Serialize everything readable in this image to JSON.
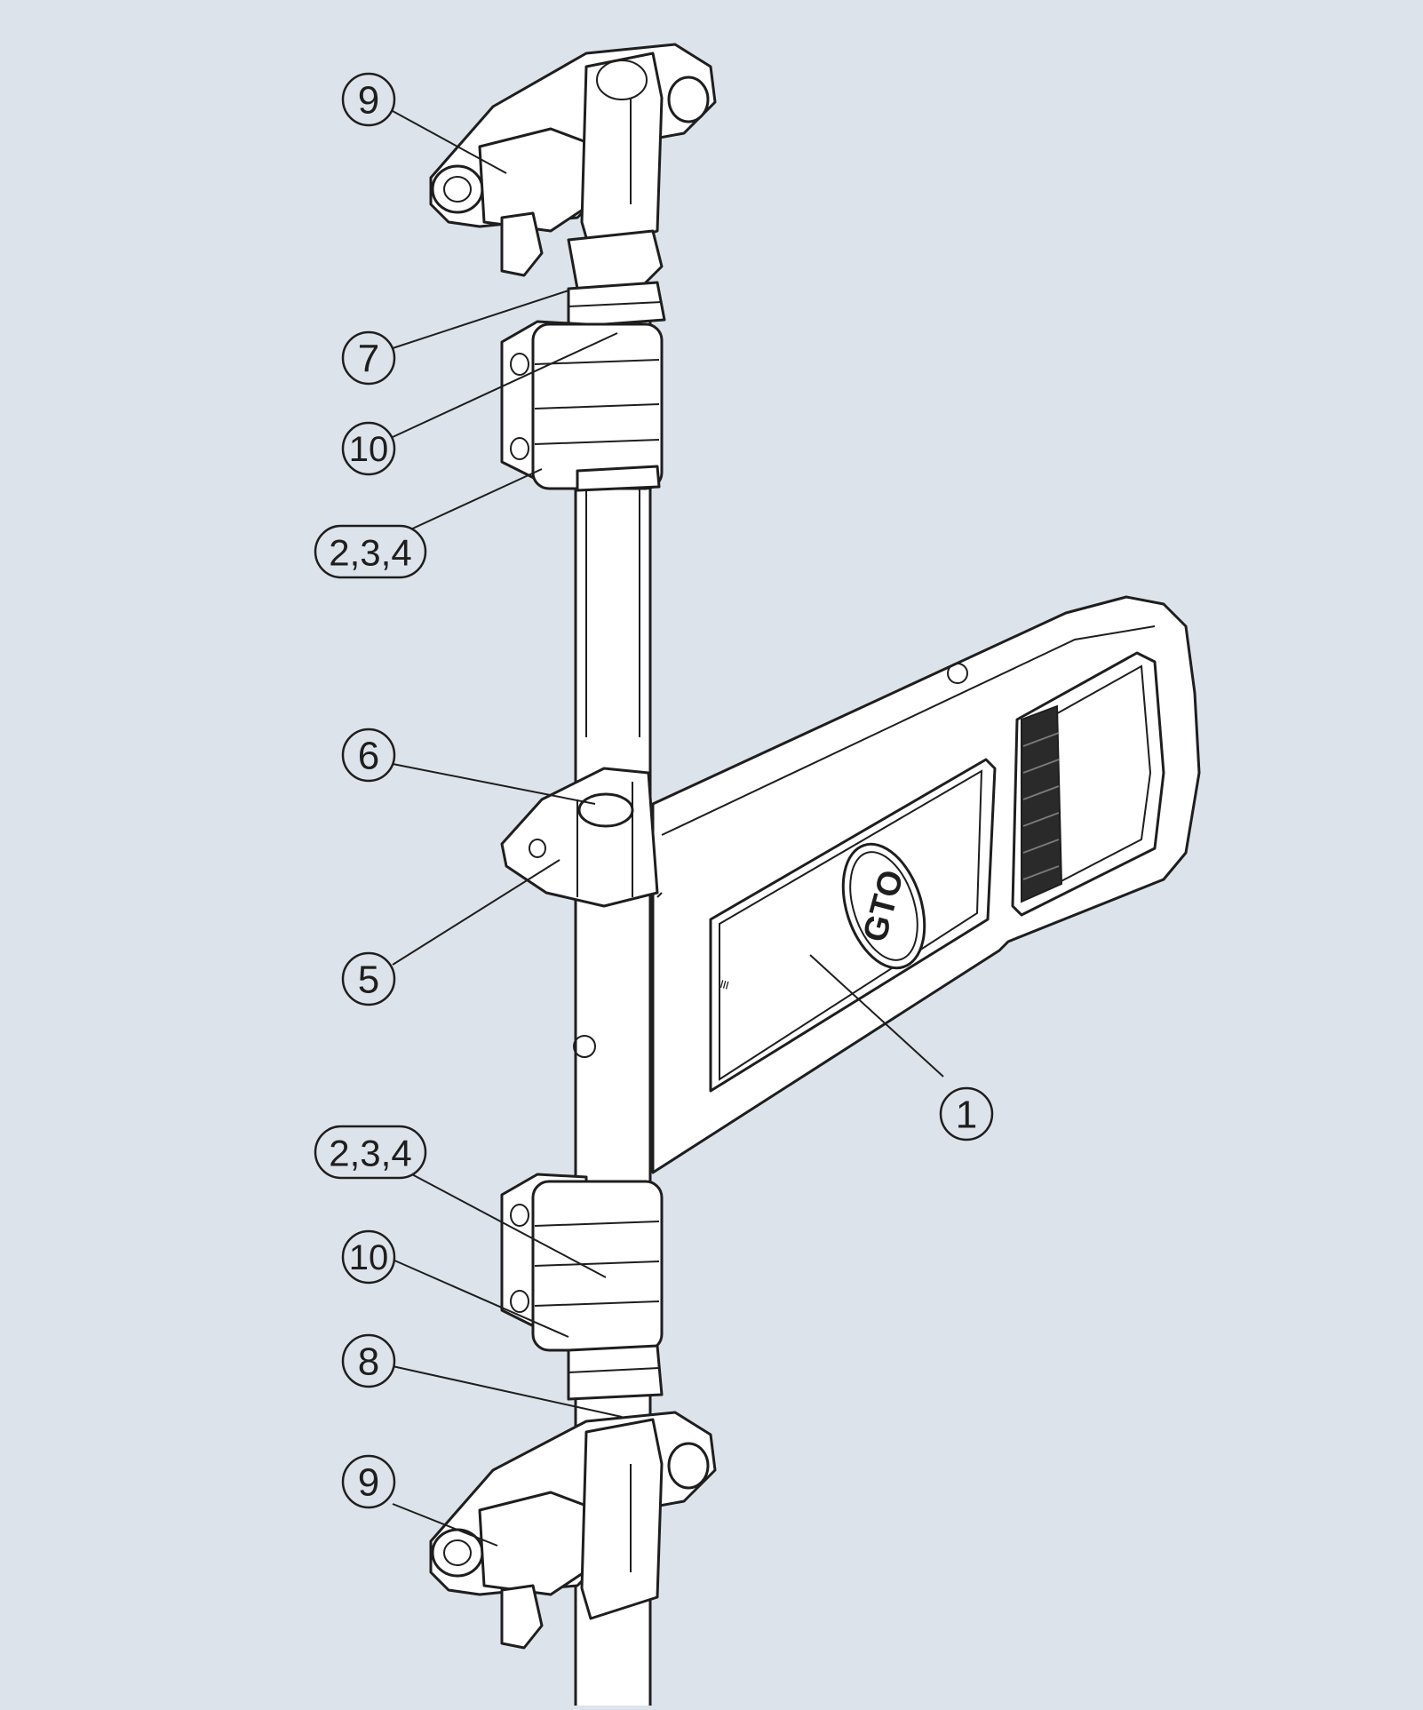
{
  "callouts": [
    {
      "id": "c9-top",
      "label": "9"
    },
    {
      "id": "c7",
      "label": "7"
    },
    {
      "id": "c10-top",
      "label": "10"
    },
    {
      "id": "c234-top",
      "label": "2,3,4"
    },
    {
      "id": "c6",
      "label": "6"
    },
    {
      "id": "c5",
      "label": "5"
    },
    {
      "id": "c1",
      "label": "1"
    },
    {
      "id": "c234-bottom",
      "label": "2,3,4"
    },
    {
      "id": "c10-bottom",
      "label": "10"
    },
    {
      "id": "c8",
      "label": "8"
    },
    {
      "id": "c9-bottom",
      "label": "9"
    }
  ],
  "logo_text": "GTO",
  "colors": {
    "background": "#dde3ea",
    "line": "#1e1e1e",
    "part_fill": "#ffffff"
  }
}
